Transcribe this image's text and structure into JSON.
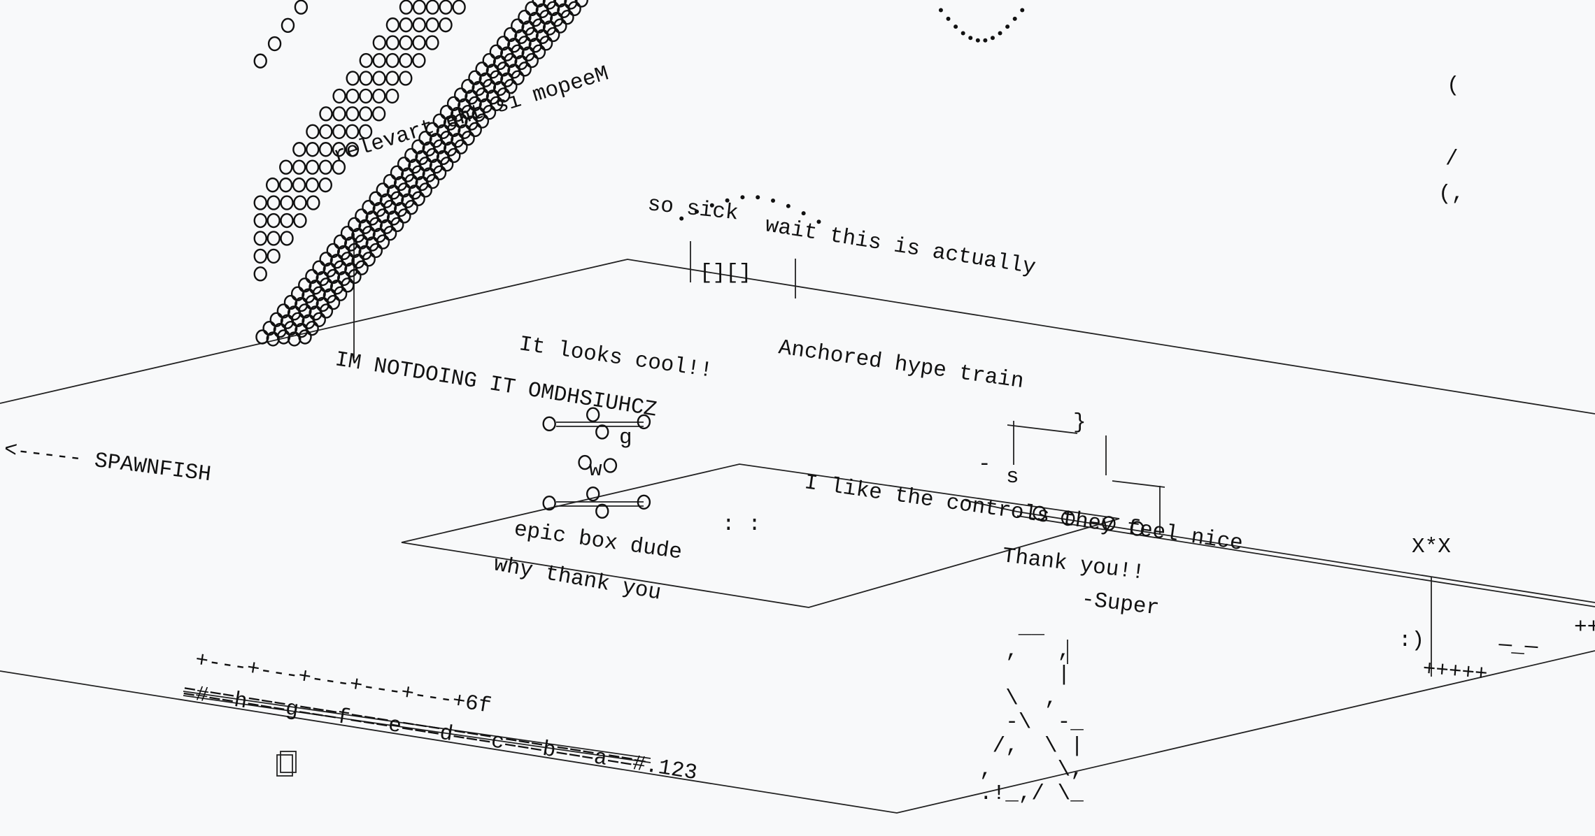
{
  "scene": {
    "background": "#f8f9fa",
    "ink": "#111111",
    "messages": {
      "wait": "wait this is actually",
      "so_sick": "so sick",
      "brackets": "[][]",
      "looks_cool": "It looks cool!!",
      "im_not": "IM NOTDOING IT OMDHSIUHCZ",
      "anchored": "Anchored hype train",
      "spawnfish": "<----- SPAWNFISH",
      "controls": "I like the controls they feel nice",
      "thank_you": "Thank you!!",
      "super": "-Super",
      "epic_box": "epic box dude",
      "why_thank": "why thank you",
      "mirrored": "relevart eht si mopeeM",
      "dots": ": :",
      "smiley": ":)",
      "xstarx": "X*X",
      "plus_row": "+++++",
      "dash_row": "—_—",
      "plus_right": "++",
      "paren1": "(",
      "slash": "/",
      "paren2": "(,",
      "track_top": "+---+---+---+---+---+6f",
      "track_bottom": "=#==h===g===f===e===d===c===b===a==#.123",
      "box_g": "g",
      "box_w": "w",
      "sign_s": "s",
      "sign_brace": "}",
      "sign_dash": "-"
    },
    "ascii_figure": [
      "   __",
      "  ,   ,",
      "      |",
      "  \\  ,",
      "  -\\  -_",
      " /,  \\ |",
      ",     \\,",
      ".!_,/ \\_"
    ]
  }
}
